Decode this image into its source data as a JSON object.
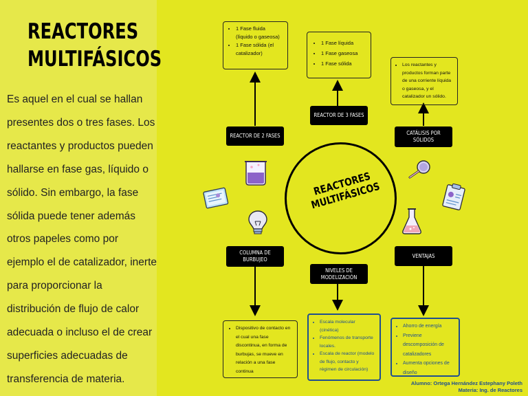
{
  "title": "REACTORES MULTIFÁSICOS",
  "title_lines": [
    "REACTORES",
    "MULTIFÁSICOS"
  ],
  "description": "Es aquel en el cual se hallan presentes dos o tres fases. Los reactantes y productos pueden hallarse en fase gas, líquido o sólido. Sin embargo, la fase sólida puede tener además otros papeles como por ejemplo el de catalizador, inerte para proporcionar la distribución de flujo de calor adecuada o incluso el de crear superficies adecuadas de transferencia de materia.",
  "center": {
    "line1": "REACTORES",
    "line2": "MULTIFÁSICOS"
  },
  "nodes": {
    "two_phases": "REACTOR DE 2 FASES",
    "three_phases": "REACTOR DE 3 FASES",
    "catalysis": "CATÁLISIS POR SÓLIDOS",
    "bubble_column": "COLUMNA DE BURBUJEO",
    "modeling": "NIVELES DE MODELIZACIÓN",
    "advantages": "VENTAJAS"
  },
  "two_phases_list": [
    "1 Fase fluida (líquido o gaseosa)",
    "1 Fase sólida (el catalizador)"
  ],
  "three_phases_list": [
    "1 Fase líquida",
    "1 Fase gaseosa",
    "1 Fase sólida"
  ],
  "catalysis_list": [
    "Los reactantes y productos forman parte de una corriente líquida o gaseosa, y el catalizador un sólido."
  ],
  "bubble_column_list": [
    "Dispositivo de contacto en el cual una fase discontinua, en forma de burbujas, se mueve en relación a una fase continua"
  ],
  "modeling_list": [
    "Escala molecular (cinética)",
    "Fenómenos de transporte locales.",
    "Escala de reactor (modelo de flujo, contacto y régimen de circulación)"
  ],
  "advantages_list": [
    "Ahorro de energía",
    "Previene descomposición de catalizadores",
    "Aumenta opciones de diseño"
  ],
  "credits": {
    "student": "Alumno: Ortega Hernández Estephany Poleth",
    "subject": "Materia: Ing. de Reactores"
  },
  "colors": {
    "background": "#e3e61f",
    "panel": "#e6e84a",
    "node": "#000000",
    "accent_blue": "#1f4f8f"
  },
  "icons": [
    "beaker-icon",
    "documents-icon",
    "lightbulb-icon",
    "magnifier-icon",
    "clipboard-icon",
    "flask-icon"
  ]
}
